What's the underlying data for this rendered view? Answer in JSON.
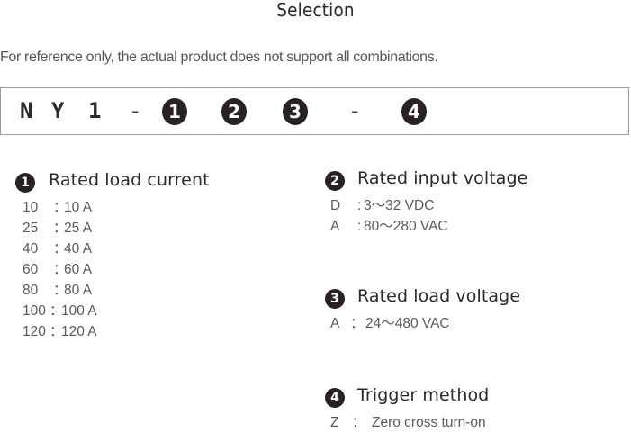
{
  "page": {
    "title": "Selection",
    "note": "For reference only, the actual product does not support all combinations."
  },
  "model_code": {
    "chars": [
      "N",
      "Y",
      "1",
      "-",
      "-"
    ],
    "badges": [
      "1",
      "2",
      "3",
      "4"
    ]
  },
  "sections": [
    {
      "number": "1",
      "label": "Rated load current",
      "rows": [
        {
          "code": "10",
          "sep": "：",
          "value": "10 A"
        },
        {
          "code": "25",
          "sep": "：",
          "value": "25 A"
        },
        {
          "code": "40",
          "sep": "：",
          "value": "40 A"
        },
        {
          "code": "60",
          "sep": "：",
          "value": "60 A"
        },
        {
          "code": "80",
          "sep": "：",
          "value": "80 A"
        },
        {
          "code": "100",
          "sep": "：",
          "value": "100 A"
        },
        {
          "code": "120",
          "sep": "：",
          "value": "120 A"
        }
      ]
    },
    {
      "number": "2",
      "label": "Rated input voltage",
      "rows": [
        {
          "code": "D",
          "sep": ":",
          "value": "3～32 VDC"
        },
        {
          "code": "A",
          "sep": ":",
          "value": "80～280 VAC"
        }
      ]
    },
    {
      "number": "3",
      "label": "Rated load voltage",
      "rows": [
        {
          "code": "A",
          "sep": "：",
          "value": "24～480 VAC"
        }
      ]
    },
    {
      "number": "4",
      "label": "Trigger method",
      "rows": [
        {
          "code": "Z",
          "sep": "：",
          "value": "Zero cross turn-on"
        }
      ]
    }
  ],
  "colors": {
    "badge": "#2a2222",
    "heading": "#2a2a2a",
    "body_text": "#5a5a5a",
    "border": "#9a9a9a"
  }
}
